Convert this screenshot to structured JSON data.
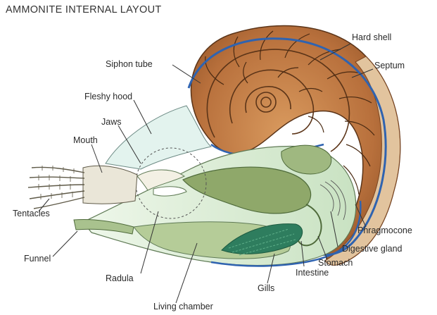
{
  "title": "AMMONITE INTERNAL LAYOUT",
  "labels": {
    "hard_shell": "Hard shell",
    "septum": "Septum",
    "siphon_tube": "Siphon tube",
    "fleshy_hood": "Fleshy hood",
    "jaws": "Jaws",
    "mouth": "Mouth",
    "tentacles": "Tentacles",
    "funnel": "Funnel",
    "radula": "Radula",
    "living_chamber": "Living chamber",
    "gills": "Gills",
    "intestine": "Intestine",
    "stomach": "Stomach",
    "digestive_gland": "Digestive gland",
    "phragmocone": "Phragmocone"
  },
  "colors": {
    "shell": "#b8703c",
    "shell_dark": "#7a4420",
    "siphon": "#2f63b0",
    "body": "#d4ead0",
    "hood": "#e3f3ee",
    "organ": "#8fa86a",
    "gills": "#2e7d5e",
    "line": "#333333"
  }
}
